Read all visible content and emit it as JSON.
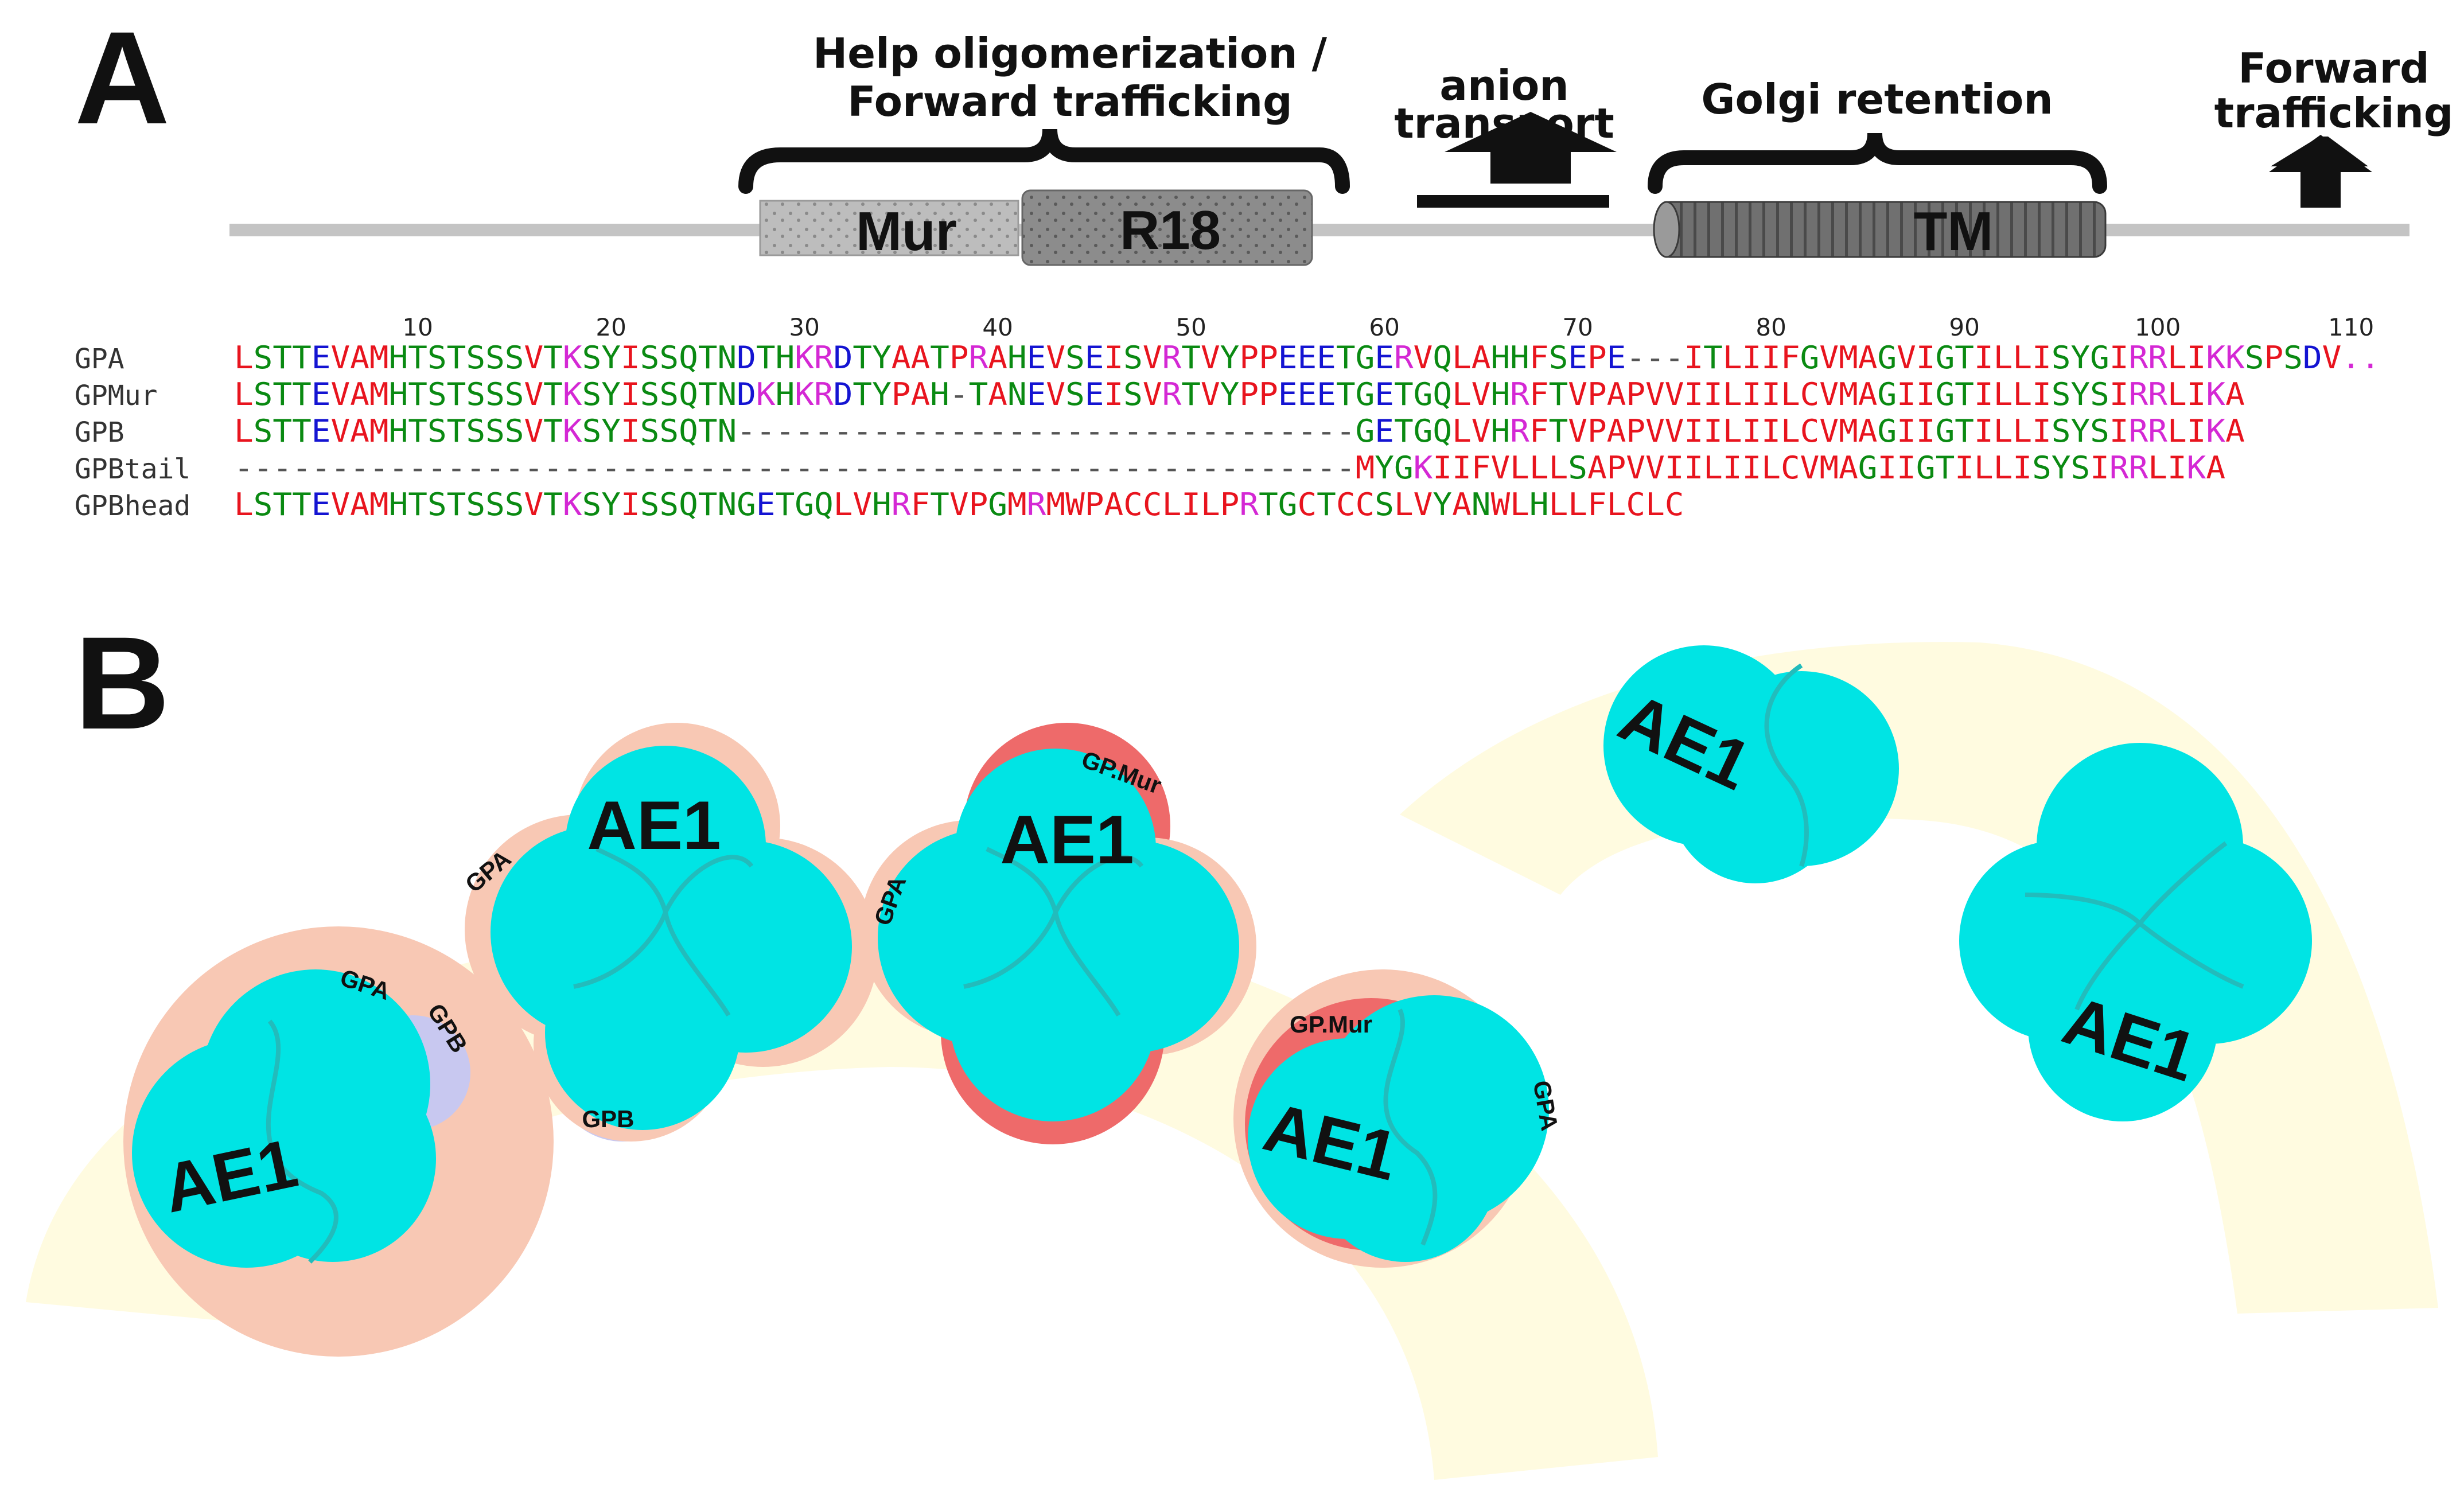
{
  "panels": {
    "a": "A",
    "b": "B"
  },
  "annotations": {
    "oligo_line1": "Help oligomerization /",
    "oligo_line2": "Forward trafficking",
    "anion_line1": "anion",
    "anion_line2": "transport",
    "golgi": "Golgi retention",
    "fwd_line1": "Forward",
    "fwd_line2": "trafficking"
  },
  "domains": {
    "mur": "Mur",
    "r18": "R18",
    "tm": "TM"
  },
  "ticks": [
    "10",
    "20",
    "30",
    "40",
    "50",
    "60",
    "70",
    "80",
    "90",
    "100",
    "110"
  ],
  "sequences": [
    {
      "name": "GPA",
      "seq": "LSTTEVAMHTSTSSSVTKSYISSQTNDTHKRDTYAATPRAHEVSEISVRTVYPPEEETGERVQLAHHFSEPE---ITLIIFGVMAGVIGTILLISYGIRRLIKKSPSDV.."
    },
    {
      "name": "GPMur",
      "seq": "LSTTEVAMHTSTSSSVTKSYISSQTNDKHKRDTYPAH-TANEVSEISVRTVYPPEEETGETGQLVHRFTVPAPVVIILIILCVMAGIIGTILLISYSIRRLIKA"
    },
    {
      "name": "GPB",
      "seq": "LSTTEVAMHTSTSSSVTKSYISSQTN--------------------------------GETGQLVHRFTVPAPVVIILIILCVMAGIIGTILLISYSIRRLIKA"
    },
    {
      "name": "GPBtail",
      "seq": "----------------------------------------------------------MYGKIIFVLLLSAPVVIILIILCVMAGIIGTILLISYSIRRLIKA"
    },
    {
      "name": "GPBhead",
      "seq": "LSTTEVAMHTSTSSSVTKSYISSQTNGETGQLVHRFTVPGMRMWPACCLILPRTGCTCCSLVYANWLHLLFLCLC"
    }
  ],
  "residue_colors": {
    "red": "#e8141e",
    "green": "#0a8a12",
    "blue": "#1414d2",
    "magenta": "#d428d4",
    "gap": "#555555"
  },
  "colors": {
    "ae1": "#00e4e4",
    "gpa": "#f8c8b4",
    "gpmur": "#ee6a6a",
    "gpb": "#c8c8f0",
    "membrane": "#fffbe0"
  },
  "complexes": [
    {
      "type": "dimer",
      "label": "AE1",
      "partners": [
        "GPA",
        "GPB"
      ]
    },
    {
      "type": "tetramer",
      "label": "AE1",
      "partners": [
        "GPA",
        "GPB"
      ]
    },
    {
      "type": "tetramer",
      "label": "AE1",
      "partners": [
        "GPA",
        "GP.Mur"
      ]
    },
    {
      "type": "dimer",
      "label": "AE1",
      "partners": [
        "GP.Mur",
        "GPA"
      ]
    },
    {
      "type": "dimer",
      "label": "AE1",
      "partners": []
    },
    {
      "type": "tetramer",
      "label": "AE1",
      "partners": []
    }
  ]
}
